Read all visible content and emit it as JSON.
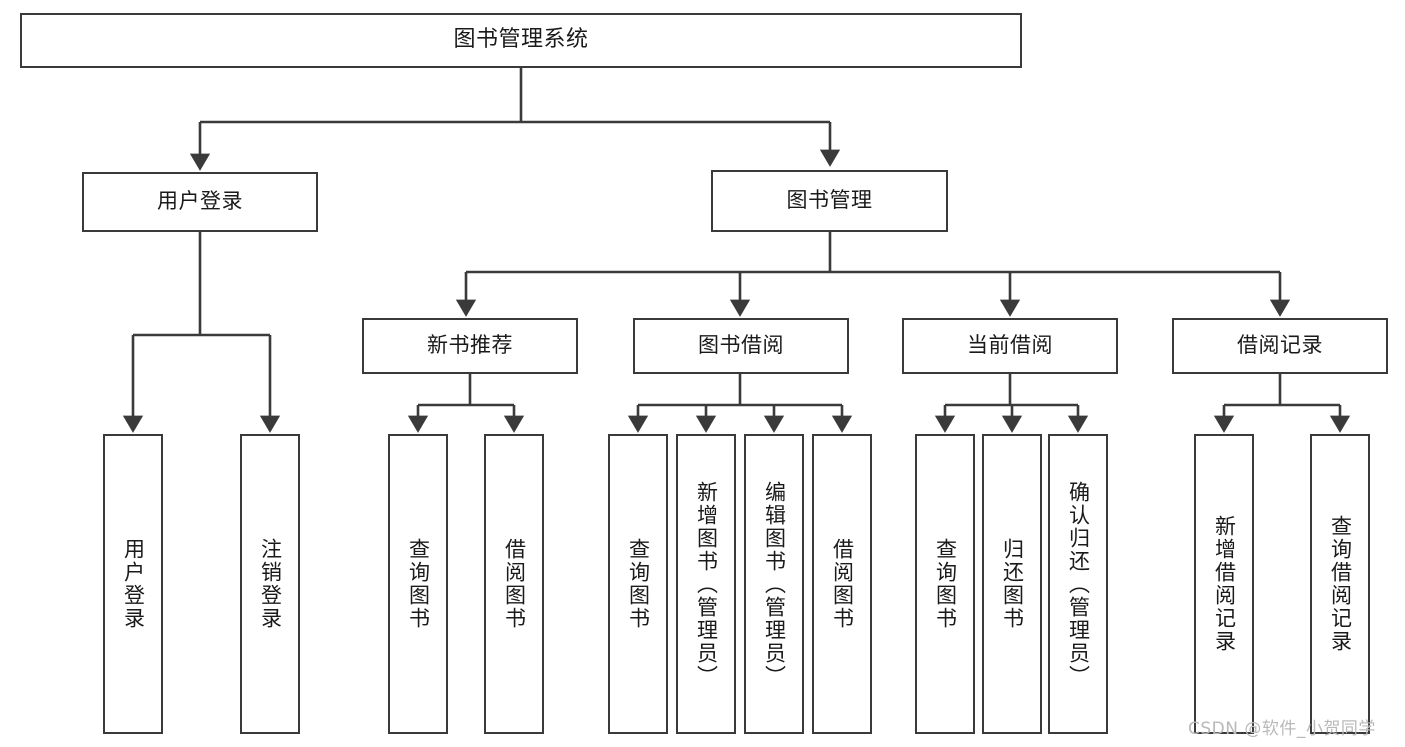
{
  "diagram": {
    "type": "tree-hierarchy-chart",
    "root": {
      "id": "root",
      "label": "图书管理系统",
      "orientation": "horizontal"
    },
    "level1": [
      {
        "id": "user-login",
        "label": "用户登录",
        "orientation": "horizontal"
      },
      {
        "id": "book-management",
        "label": "图书管理",
        "orientation": "horizontal"
      }
    ],
    "level2": [
      {
        "id": "new-book-recommend",
        "label": "新书推荐",
        "orientation": "horizontal",
        "parent": "book-management"
      },
      {
        "id": "book-borrow",
        "label": "图书借阅",
        "orientation": "horizontal",
        "parent": "book-management"
      },
      {
        "id": "current-borrow",
        "label": "当前借阅",
        "orientation": "horizontal",
        "parent": "book-management"
      },
      {
        "id": "borrow-record",
        "label": "借阅记录",
        "orientation": "horizontal",
        "parent": "book-management"
      }
    ],
    "leaves": {
      "user_login": [
        {
          "id": "leaf-user-login",
          "label": "用户登录"
        },
        {
          "id": "leaf-user-logout",
          "label": "注销登录"
        }
      ],
      "new_book_recommend": [
        {
          "id": "leaf-query-book-1",
          "label": "查询图书"
        },
        {
          "id": "leaf-borrow-book-1",
          "label": "借阅图书"
        }
      ],
      "book_borrow": [
        {
          "id": "leaf-query-book-2",
          "label": "查询图书"
        },
        {
          "id": "leaf-add-book",
          "label": "新增图书（管理员）"
        },
        {
          "id": "leaf-edit-book",
          "label": "编辑图书（管理员）"
        },
        {
          "id": "leaf-borrow-book-2",
          "label": "借阅图书"
        }
      ],
      "current_borrow": [
        {
          "id": "leaf-query-book-3",
          "label": "查询图书"
        },
        {
          "id": "leaf-return-book",
          "label": "归还图书"
        },
        {
          "id": "leaf-confirm-return",
          "label": "确认归还（管理员）"
        }
      ],
      "borrow_record": [
        {
          "id": "leaf-add-record",
          "label": "新增借阅记录"
        },
        {
          "id": "leaf-query-record",
          "label": "查询借阅记录"
        }
      ]
    },
    "watermark": "CSDN @软件_小贺同学",
    "colors": {
      "border": "#3a3a3a",
      "background": "#ffffff",
      "text": "#1a1a1a",
      "watermark": "#b9b9b9"
    }
  }
}
